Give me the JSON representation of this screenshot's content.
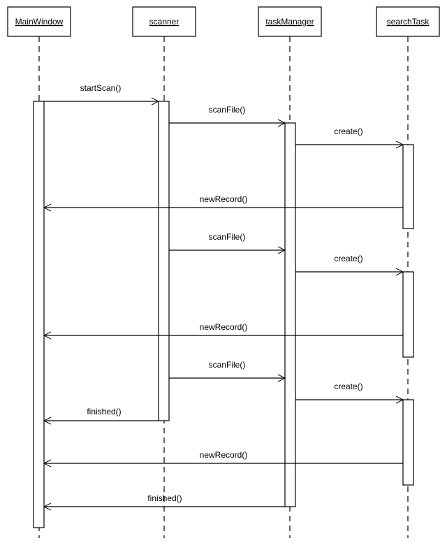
{
  "objects": [
    {
      "id": "main",
      "label": "MainWindow"
    },
    {
      "id": "scanner",
      "label": "scanner"
    },
    {
      "id": "taskManager",
      "label": "taskManager"
    },
    {
      "id": "searchTask",
      "label": "searchTask"
    }
  ],
  "messages": [
    {
      "label": "startScan()",
      "from": "main",
      "to": "scanner"
    },
    {
      "label": "scanFile()",
      "from": "scanner",
      "to": "taskManager"
    },
    {
      "label": "create()",
      "from": "taskManager",
      "to": "searchTask"
    },
    {
      "label": "newRecord()",
      "from": "searchTask",
      "to": "main"
    },
    {
      "label": "scanFile()",
      "from": "scanner",
      "to": "taskManager"
    },
    {
      "label": "create()",
      "from": "taskManager",
      "to": "searchTask"
    },
    {
      "label": "newRecord()",
      "from": "searchTask",
      "to": "main"
    },
    {
      "label": "scanFile()",
      "from": "scanner",
      "to": "taskManager"
    },
    {
      "label": "create()",
      "from": "taskManager",
      "to": "searchTask"
    },
    {
      "label": "finished()",
      "from": "scanner",
      "to": "main"
    },
    {
      "label": "newRecord()",
      "from": "searchTask",
      "to": "main"
    },
    {
      "label": "finished()",
      "from": "taskManager",
      "to": "main"
    }
  ]
}
